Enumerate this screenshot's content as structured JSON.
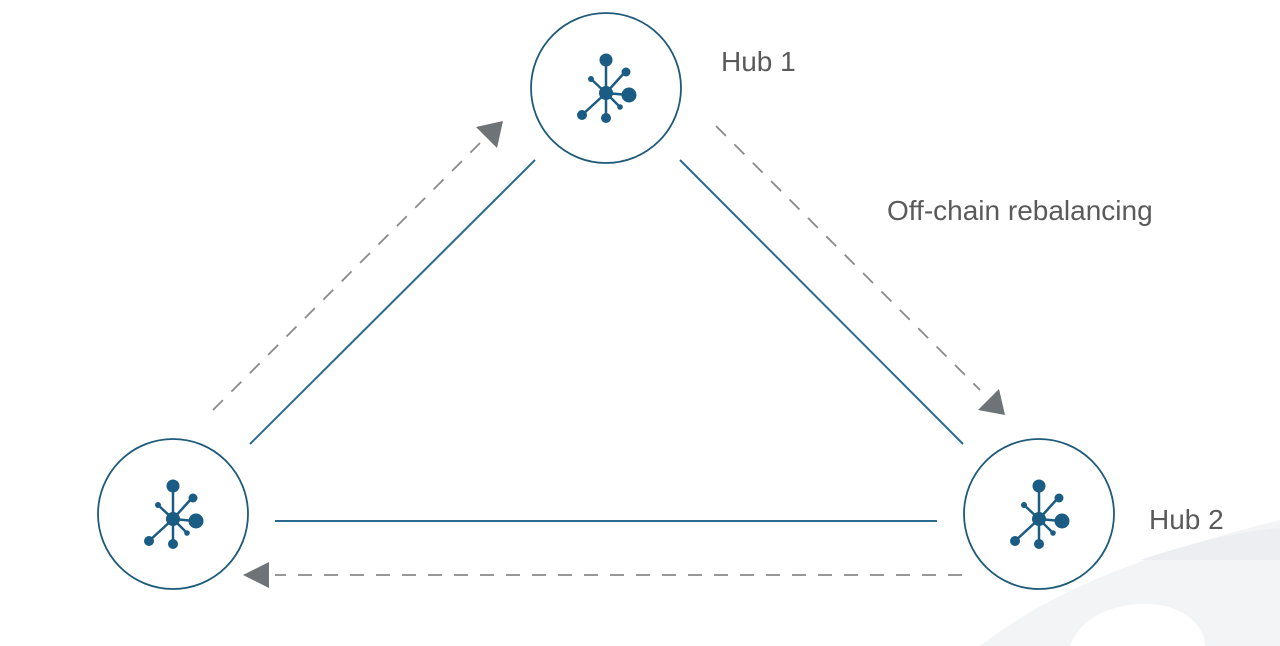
{
  "labels": {
    "hub1": "Hub 1",
    "hub2": "Hub 2",
    "edge_annotation": "Off-chain rebalancing"
  },
  "nodes": [
    {
      "id": "hub-top",
      "icon": "network-hub-icon"
    },
    {
      "id": "hub-left",
      "icon": "network-hub-icon"
    },
    {
      "id": "hub-right",
      "icon": "network-hub-icon"
    }
  ],
  "colors": {
    "node_stroke": "#1e5a7a",
    "icon_fill": "#1a5c83",
    "edge_solid": "#2a6a8f",
    "edge_dashed": "#8a8a8a",
    "arrowhead": "#6e7378",
    "label_text": "#5a5a5a",
    "background_shape": "#f1f3f5"
  }
}
